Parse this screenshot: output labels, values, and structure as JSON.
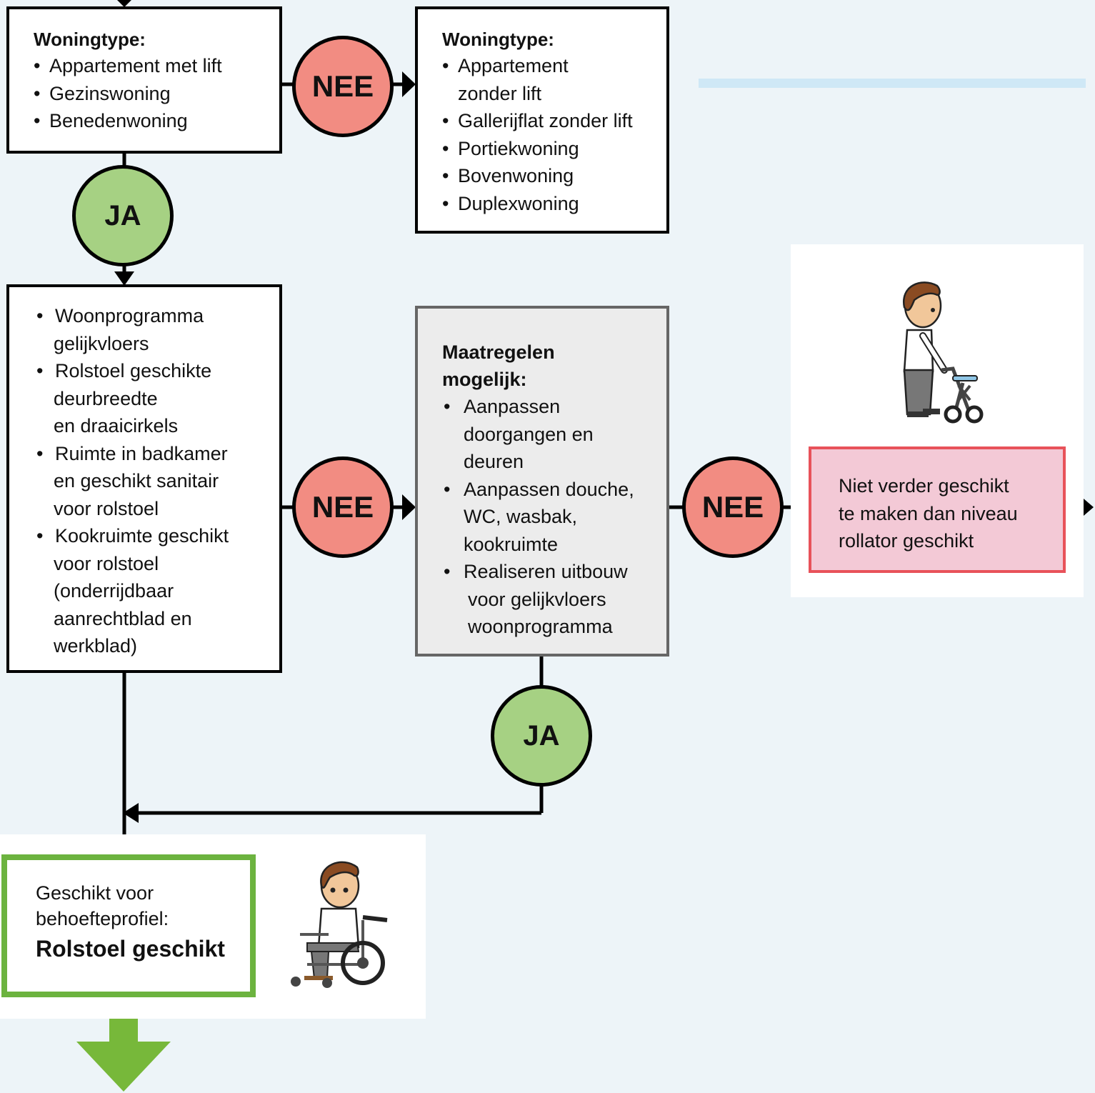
{
  "box_top_left": {
    "title": "Woningtype:",
    "items": [
      "Appartement met lift",
      "Gezinswoning",
      "Benedenwoning"
    ]
  },
  "box_top_right": {
    "title": "Woningtype:",
    "items": [
      [
        "Appartement",
        "zonder lift"
      ],
      [
        "Gallerijflat zonder lift"
      ],
      [
        "Portiekwoning"
      ],
      [
        "Bovenwoning"
      ],
      [
        "Duplexwoning"
      ]
    ]
  },
  "box_requirements": {
    "items": [
      [
        "Woonprogramma",
        "gelijkvloers"
      ],
      [
        "Rolstoel geschikte",
        "deurbreedte",
        "en draaicirkels"
      ],
      [
        "Ruimte in badkamer",
        "en geschikt sanitair",
        "voor rolstoel"
      ],
      [
        "Kookruimte geschikt",
        "voor rolstoel",
        "(onderrijdbaar",
        "aanrechtblad en",
        "werkblad)"
      ]
    ]
  },
  "box_measures": {
    "title_line1": "Maatregelen",
    "title_line2": "mogelijk:",
    "items": [
      [
        "Aanpassen",
        "doorgangen en",
        "deuren"
      ],
      [
        "Aanpassen douche,",
        "WC, wasbak,",
        "kookruimte"
      ],
      [
        "Realiseren uitbouw",
        "voor gelijkvloers",
        "woonprogramma"
      ]
    ]
  },
  "box_rollator": {
    "lines": [
      "Niet verder geschikt",
      "te maken dan niveau",
      "rollator geschikt"
    ]
  },
  "box_result": {
    "line1": "Geschikt voor",
    "line2": "behoefteprofiel:",
    "line3": "Rolstoel geschikt"
  },
  "labels": {
    "no": "NEE",
    "yes": "JA"
  },
  "colors": {
    "background": "#edf4f8",
    "no_circle": "#f28c82",
    "yes_circle": "#a6d183",
    "pink_fill": "#f3c9d6",
    "pink_border": "#e8525a",
    "green_border": "#6cb33f",
    "green_arrow": "#77b83a",
    "grey_fill": "#ececec",
    "accent_bar": "#cfe8f6"
  },
  "icons": {
    "walker_person": "person-with-rollator-icon",
    "wheelchair_person": "person-in-wheelchair-icon"
  }
}
